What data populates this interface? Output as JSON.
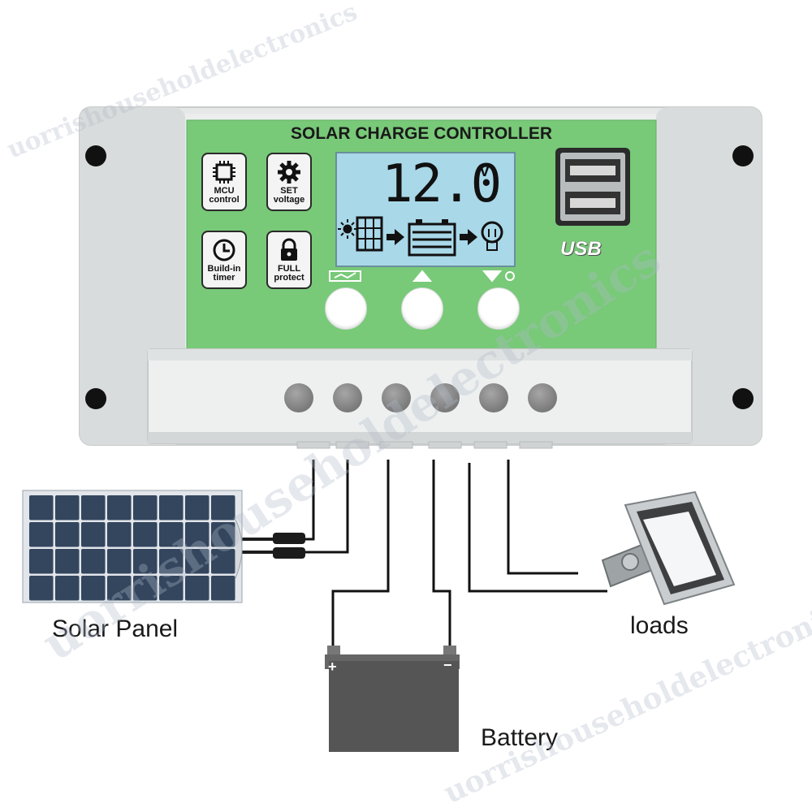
{
  "controller": {
    "title": "SOLAR CHARGE CONTROLLER",
    "lcd_value": "12.0",
    "lcd_unit": "V",
    "usb_label": "USB",
    "features": [
      {
        "icon": "chip-icon",
        "label": "MCU\ncontrol"
      },
      {
        "icon": "gear-icon",
        "label": "SET\nvoltage"
      },
      {
        "icon": "clock-icon",
        "label": "Build-in\ntimer"
      },
      {
        "icon": "lock-icon",
        "label": "FULL\nprotect"
      }
    ]
  },
  "labels": {
    "solar_panel": "Solar Panel",
    "battery": "Battery",
    "loads": "loads",
    "battery_plus": "+",
    "battery_minus": "−"
  },
  "watermark": "uorrishouseholdelectronics",
  "colors": {
    "panel_green": "#78c978",
    "housing": "#e8eaea",
    "lcd": "#a9d8e8",
    "battery": "#555555",
    "solar_cell": "#34465e"
  }
}
